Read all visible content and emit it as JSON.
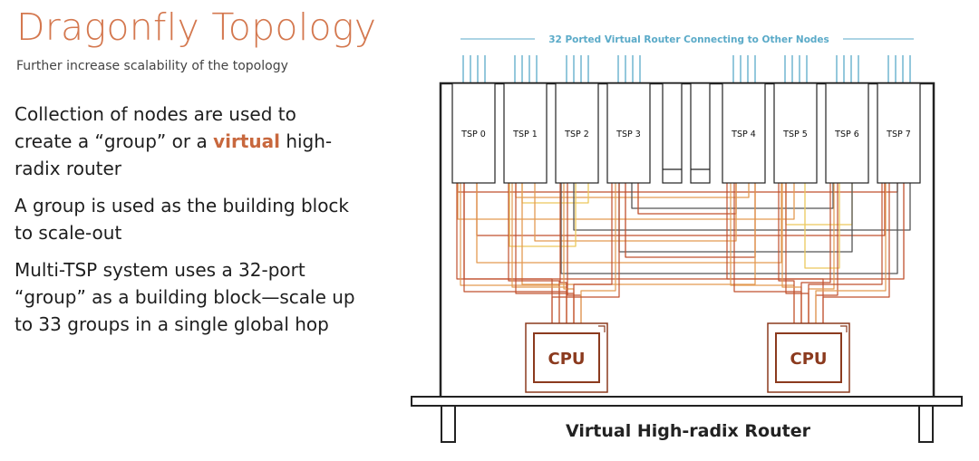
{
  "slide": {
    "title": "Dragonfly Topology",
    "subtitle": "Further increase scalability of the topology"
  },
  "bullets": [
    {
      "before": "Collection of nodes are used to create a “group” or a ",
      "accent": "virtual",
      "after": " high-radix router"
    },
    {
      "text": "A group is used as the building block to scale-out"
    },
    {
      "text": "Multi-TSP system uses a 32-port “group” as a building block—scale up to 33 groups in a single global hop"
    }
  ],
  "diagram": {
    "top_caption": "32 Ported Virtual Router Connecting to Other Nodes",
    "tsp_labels": [
      "TSP 0",
      "TSP 1",
      "TSP 2",
      "TSP 3",
      "TSP 4",
      "TSP 5",
      "TSP 6",
      "TSP 7"
    ],
    "cpu_labels": [
      "CPU",
      "CPU"
    ],
    "bottom_caption": "Virtual High-radix Router",
    "colors": {
      "accent": "#d4784f",
      "port_lines": "#5aaac8",
      "wire_red": "#c0502e",
      "wire_orange": "#e39a52",
      "wire_yellow": "#ecc85c",
      "wire_gray": "#555555",
      "cpu": "#8b3a1e"
    }
  }
}
